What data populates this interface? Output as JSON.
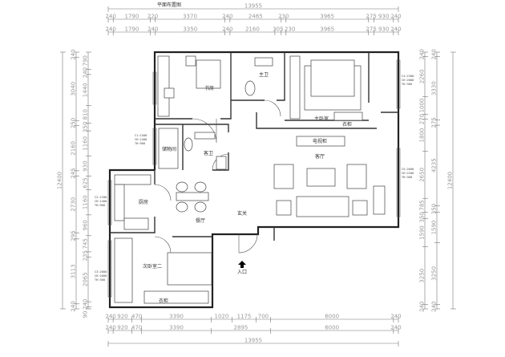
{
  "title": "平面布置图",
  "rooms": {
    "study": "书房",
    "master_bath": "主卫",
    "master_bedroom": "主卧室",
    "storage": "储物间",
    "guest_bath": "客卫",
    "living": "客厅",
    "kitchen": "厨房",
    "dining": "餐厅",
    "foyer": "玄关",
    "entrance": "入口",
    "second_bedroom": "次卧室二",
    "cabinet_a": "衣柜",
    "cabinet_b": "衣柜",
    "tv": "电视柜"
  },
  "window_notes": [
    [
      "C1:1500",
      "CH:1400",
      "TH:900"
    ],
    [
      "C2:1200",
      "CH:1400",
      "TH:900"
    ],
    [
      "C3:2000",
      "CH:2000",
      "TH:300"
    ],
    [
      "C4:2300",
      "CH:2000",
      "TH:300"
    ],
    [
      "C5:2600",
      "CH:2200",
      "TH:300"
    ]
  ],
  "dimensions": {
    "top_total": "13955",
    "top_row1": [
      "240",
      "1790",
      "220",
      "3370",
      "240",
      "2465",
      "230",
      "3965",
      "275",
      "930",
      "240"
    ],
    "top_row2": [
      "240",
      "1790",
      "240",
      "3350",
      "240",
      "2160",
      "305",
      "230",
      "3965",
      "275",
      "930",
      "240"
    ],
    "bottom_row1": [
      "240",
      "920",
      "470",
      "3390",
      "1020",
      "1175",
      "700",
      "6000",
      "240"
    ],
    "bottom_row2": [
      "240",
      "920",
      "470",
      "3390",
      "2895",
      "6000",
      "240"
    ],
    "bottom_total": "13955",
    "left_outer": [
      "240",
      "3040",
      "250",
      "2160",
      "245",
      "2730",
      "295",
      "3113",
      "240"
    ],
    "left_inner": [
      "790",
      "240",
      "1440",
      "810",
      "350",
      "1160",
      "930",
      "625",
      "1160",
      "960",
      "745",
      "235",
      "2065",
      "240",
      "90"
    ],
    "left_total": "12400",
    "right_inner": [
      "240",
      "2260",
      "1000",
      "270",
      "1800",
      "2650",
      "785",
      "350",
      "1590",
      "3250",
      "240"
    ],
    "right_outer": [
      "240",
      "3330",
      "275",
      "4235",
      "350",
      "1590",
      "3250",
      "240"
    ],
    "right_total": "12400"
  }
}
